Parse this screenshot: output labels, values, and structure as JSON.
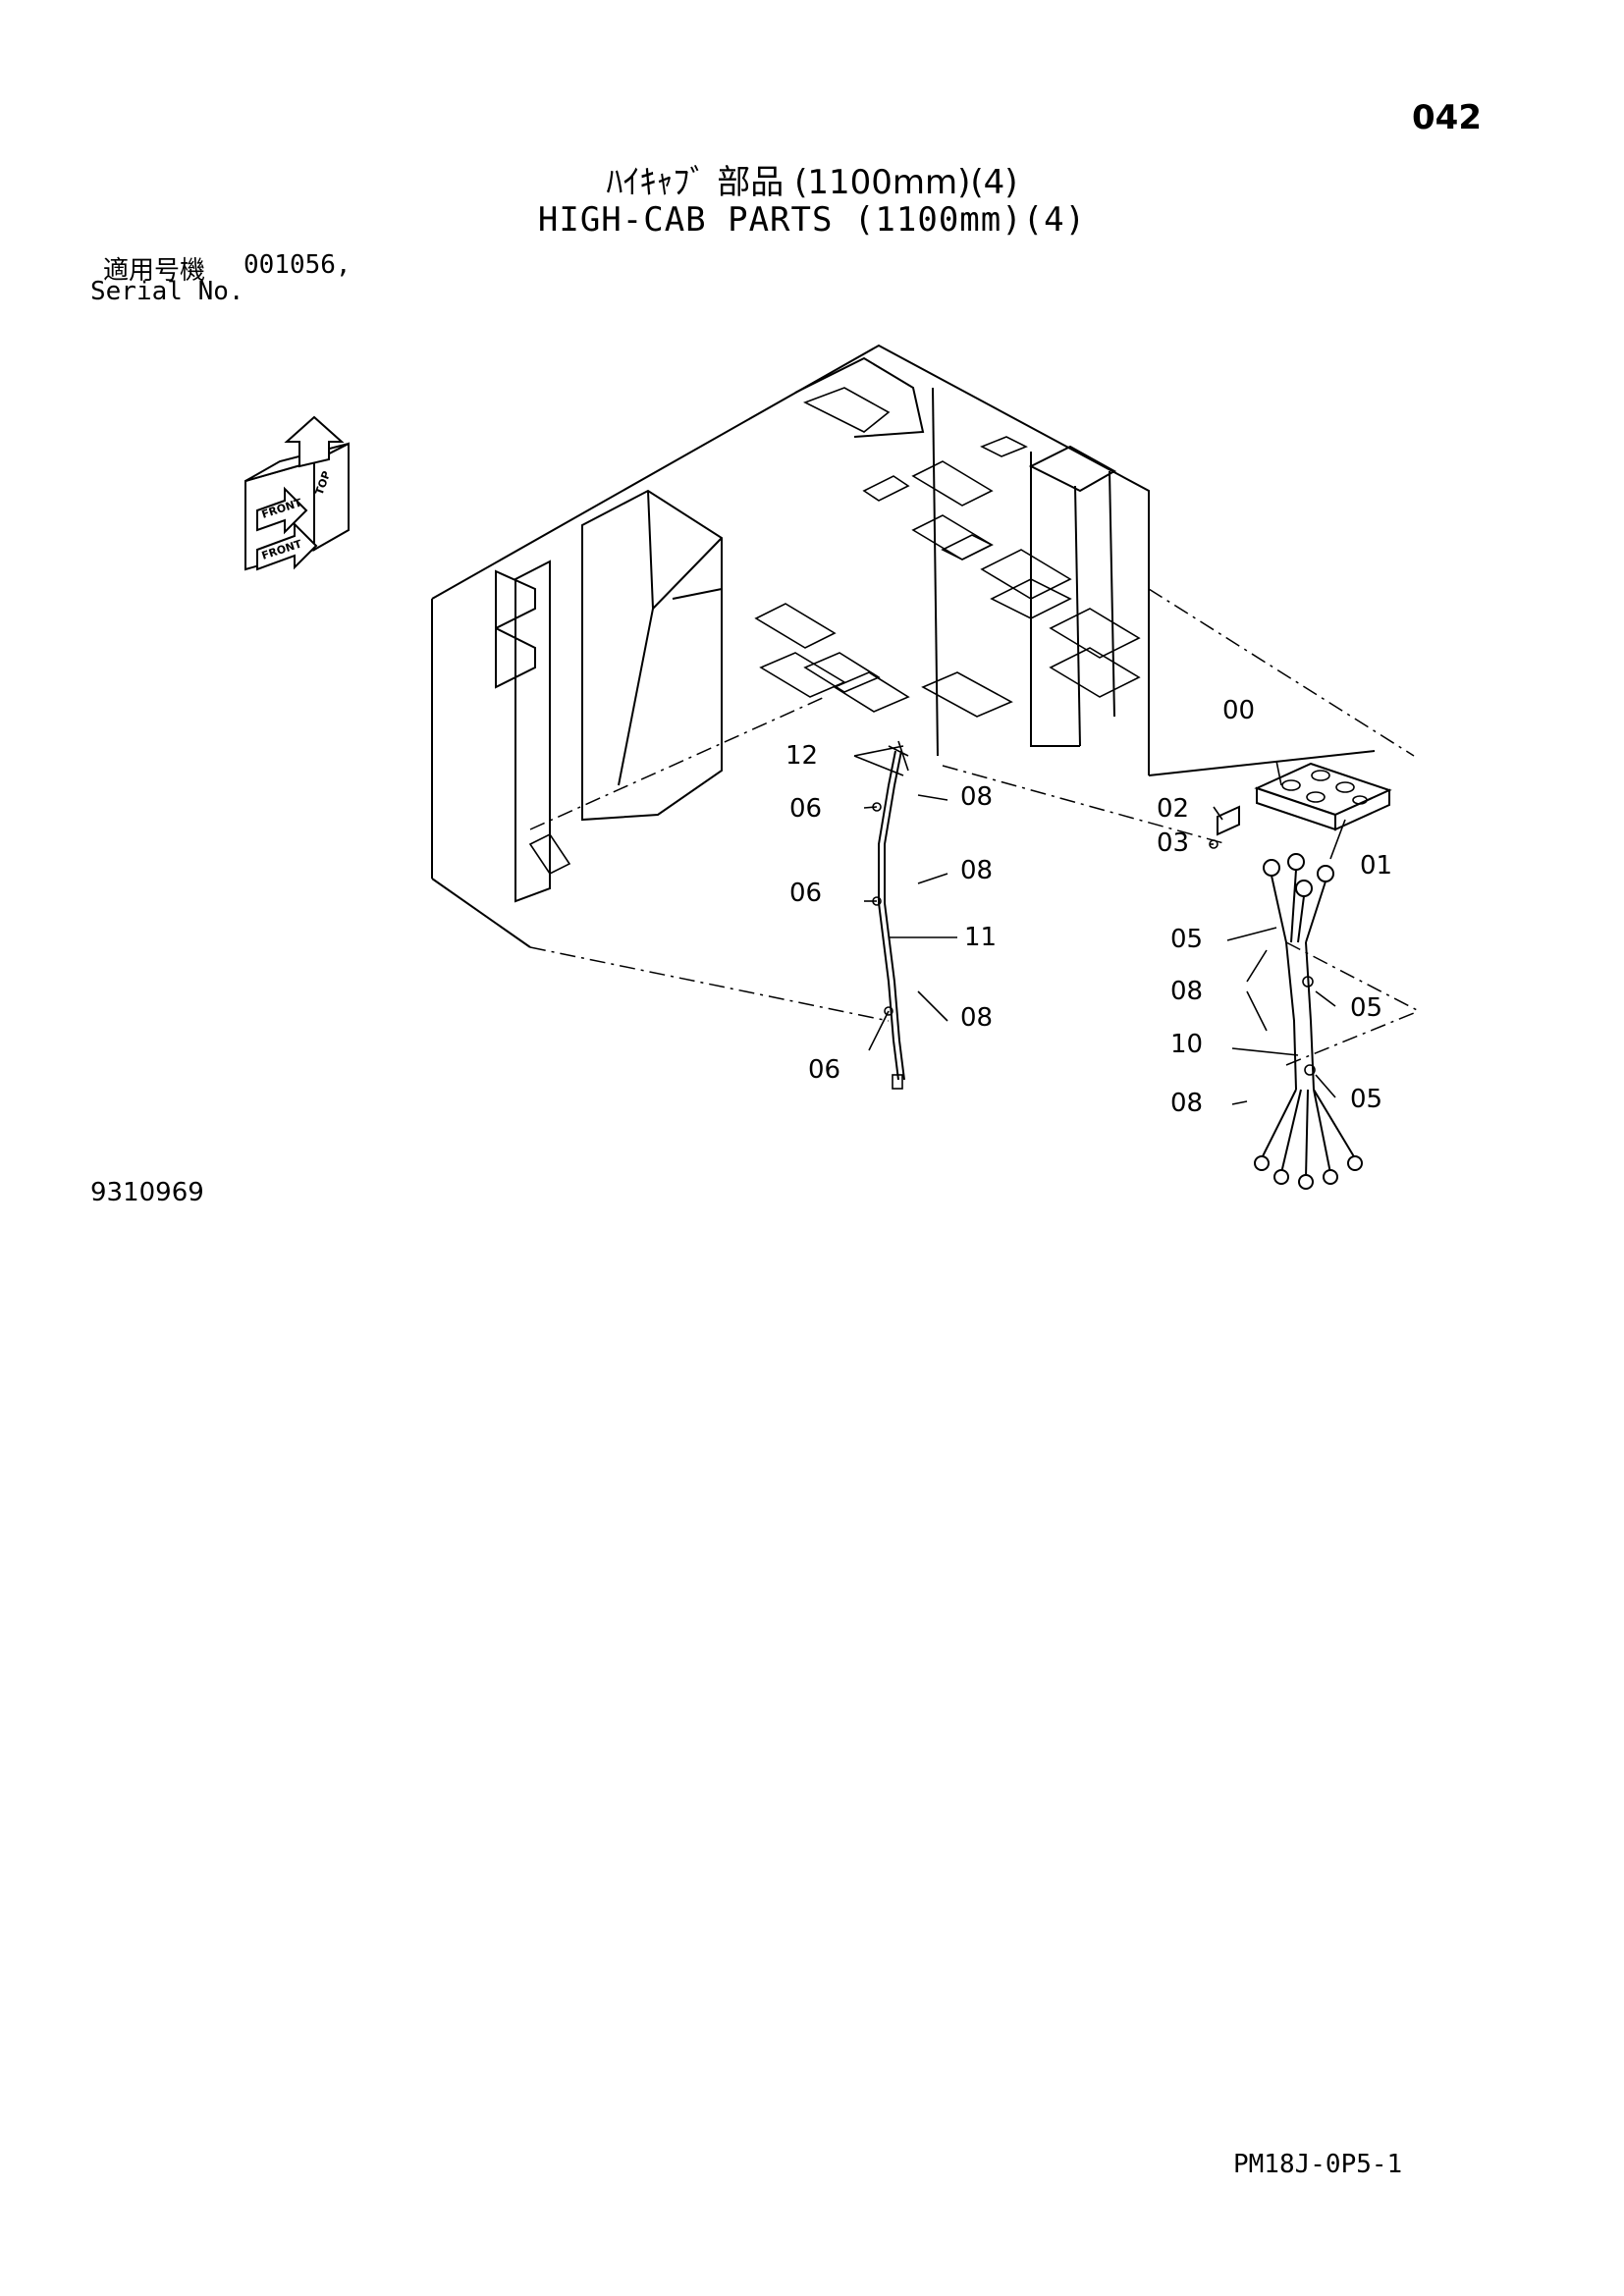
{
  "page_number": "042",
  "title_jp": "ﾊｲｷｬﾌﾞ 部品 (1100mm)(4)",
  "title_en": "HIGH-CAB PARTS (1100mm)(4)",
  "serial_label_jp": "適用号機",
  "serial_value": "001056,",
  "serial_label_en": "Serial No.",
  "drawing_number": "9310969",
  "page_code": "PM18J-0P5-1",
  "orientation_labels": {
    "top": "TOP",
    "front1": "FRONT",
    "front2": "FRONT"
  },
  "callouts": {
    "c00": "00",
    "c01": "01",
    "c02": "02",
    "c03": "03",
    "c05a": "05",
    "c05b": "05",
    "c05c": "05",
    "c06a": "06",
    "c06b": "06",
    "c06c": "06",
    "c08a": "08",
    "c08b": "08",
    "c08c": "08",
    "c08d": "08",
    "c08e": "08",
    "c10": "10",
    "c11": "11",
    "c12": "12"
  }
}
